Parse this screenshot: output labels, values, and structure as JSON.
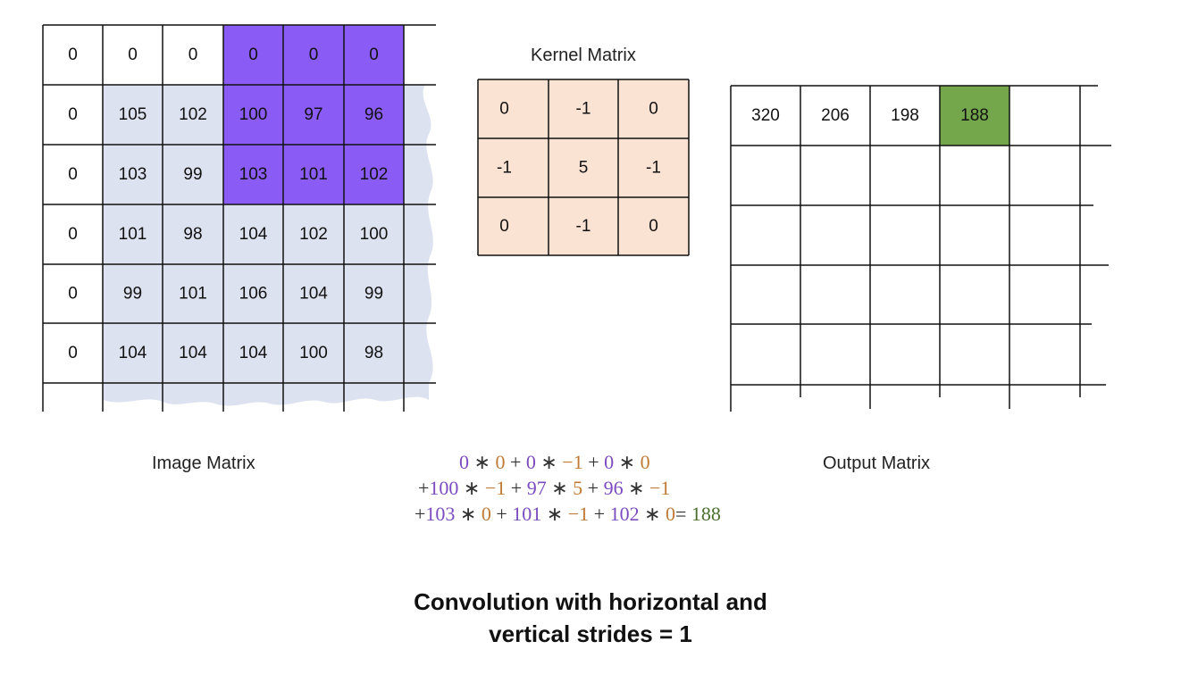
{
  "image_matrix": {
    "label": "Image Matrix",
    "rows": [
      [
        "0",
        "0",
        "0",
        "0",
        "0",
        "0"
      ],
      [
        "0",
        "105",
        "102",
        "100",
        "97",
        "96"
      ],
      [
        "0",
        "103",
        "99",
        "103",
        "101",
        "102"
      ],
      [
        "0",
        "101",
        "98",
        "104",
        "102",
        "100"
      ],
      [
        "0",
        "99",
        "101",
        "106",
        "104",
        "99"
      ],
      [
        "0",
        "104",
        "104",
        "104",
        "100",
        "98"
      ]
    ],
    "highlighted_window": {
      "rows": [
        0,
        2
      ],
      "cols": [
        3,
        5
      ]
    }
  },
  "kernel_matrix": {
    "label": "Kernel Matrix",
    "rows": [
      [
        "0",
        "-1",
        "0"
      ],
      [
        "-1",
        "5",
        "-1"
      ],
      [
        "0",
        "-1",
        "0"
      ]
    ]
  },
  "output_matrix": {
    "label": "Output Matrix",
    "values": [
      "320",
      "206",
      "198",
      "188"
    ],
    "highlighted_index": 3
  },
  "equation": {
    "lines": [
      [
        [
          "0",
          "img"
        ],
        [
          " ∗ ",
          "op"
        ],
        [
          "0",
          "ker"
        ],
        [
          " + ",
          "op"
        ],
        [
          "0",
          "img"
        ],
        [
          " ∗ ",
          "op"
        ],
        [
          "−1",
          "ker"
        ],
        [
          " + ",
          "op"
        ],
        [
          "0",
          "img"
        ],
        [
          " ∗ ",
          "op"
        ],
        [
          "0",
          "ker"
        ]
      ],
      [
        [
          "+",
          "op"
        ],
        [
          "100",
          "img"
        ],
        [
          " ∗ ",
          "op"
        ],
        [
          "−1",
          "ker"
        ],
        [
          " + ",
          "op"
        ],
        [
          "97",
          "img"
        ],
        [
          " ∗ ",
          "op"
        ],
        [
          "5",
          "ker"
        ],
        [
          " + ",
          "op"
        ],
        [
          "96",
          "img"
        ],
        [
          " ∗ ",
          "op"
        ],
        [
          "−1",
          "ker"
        ]
      ],
      [
        [
          "+",
          "op"
        ],
        [
          "103",
          "img"
        ],
        [
          " ∗ ",
          "op"
        ],
        [
          "0",
          "ker"
        ],
        [
          " + ",
          "op"
        ],
        [
          "101",
          "img"
        ],
        [
          " ∗ ",
          "op"
        ],
        [
          "−1",
          "ker"
        ],
        [
          " + ",
          "op"
        ],
        [
          "102",
          "img"
        ],
        [
          " ∗ ",
          "op"
        ],
        [
          "0",
          "ker"
        ],
        [
          "= ",
          "op"
        ],
        [
          "188",
          "res"
        ]
      ]
    ]
  },
  "caption": {
    "line1": "Convolution with horizontal and",
    "line2": "vertical strides = 1"
  },
  "colors": {
    "window_highlight": "#8a5cf5",
    "image_bg": "#dde2f0",
    "kernel_bg": "#fbe3d4",
    "output_highlight": "#74a64c",
    "kernel_term": "#c07a36",
    "image_term": "#7b4bbf",
    "result_term": "#4a6e2e"
  }
}
